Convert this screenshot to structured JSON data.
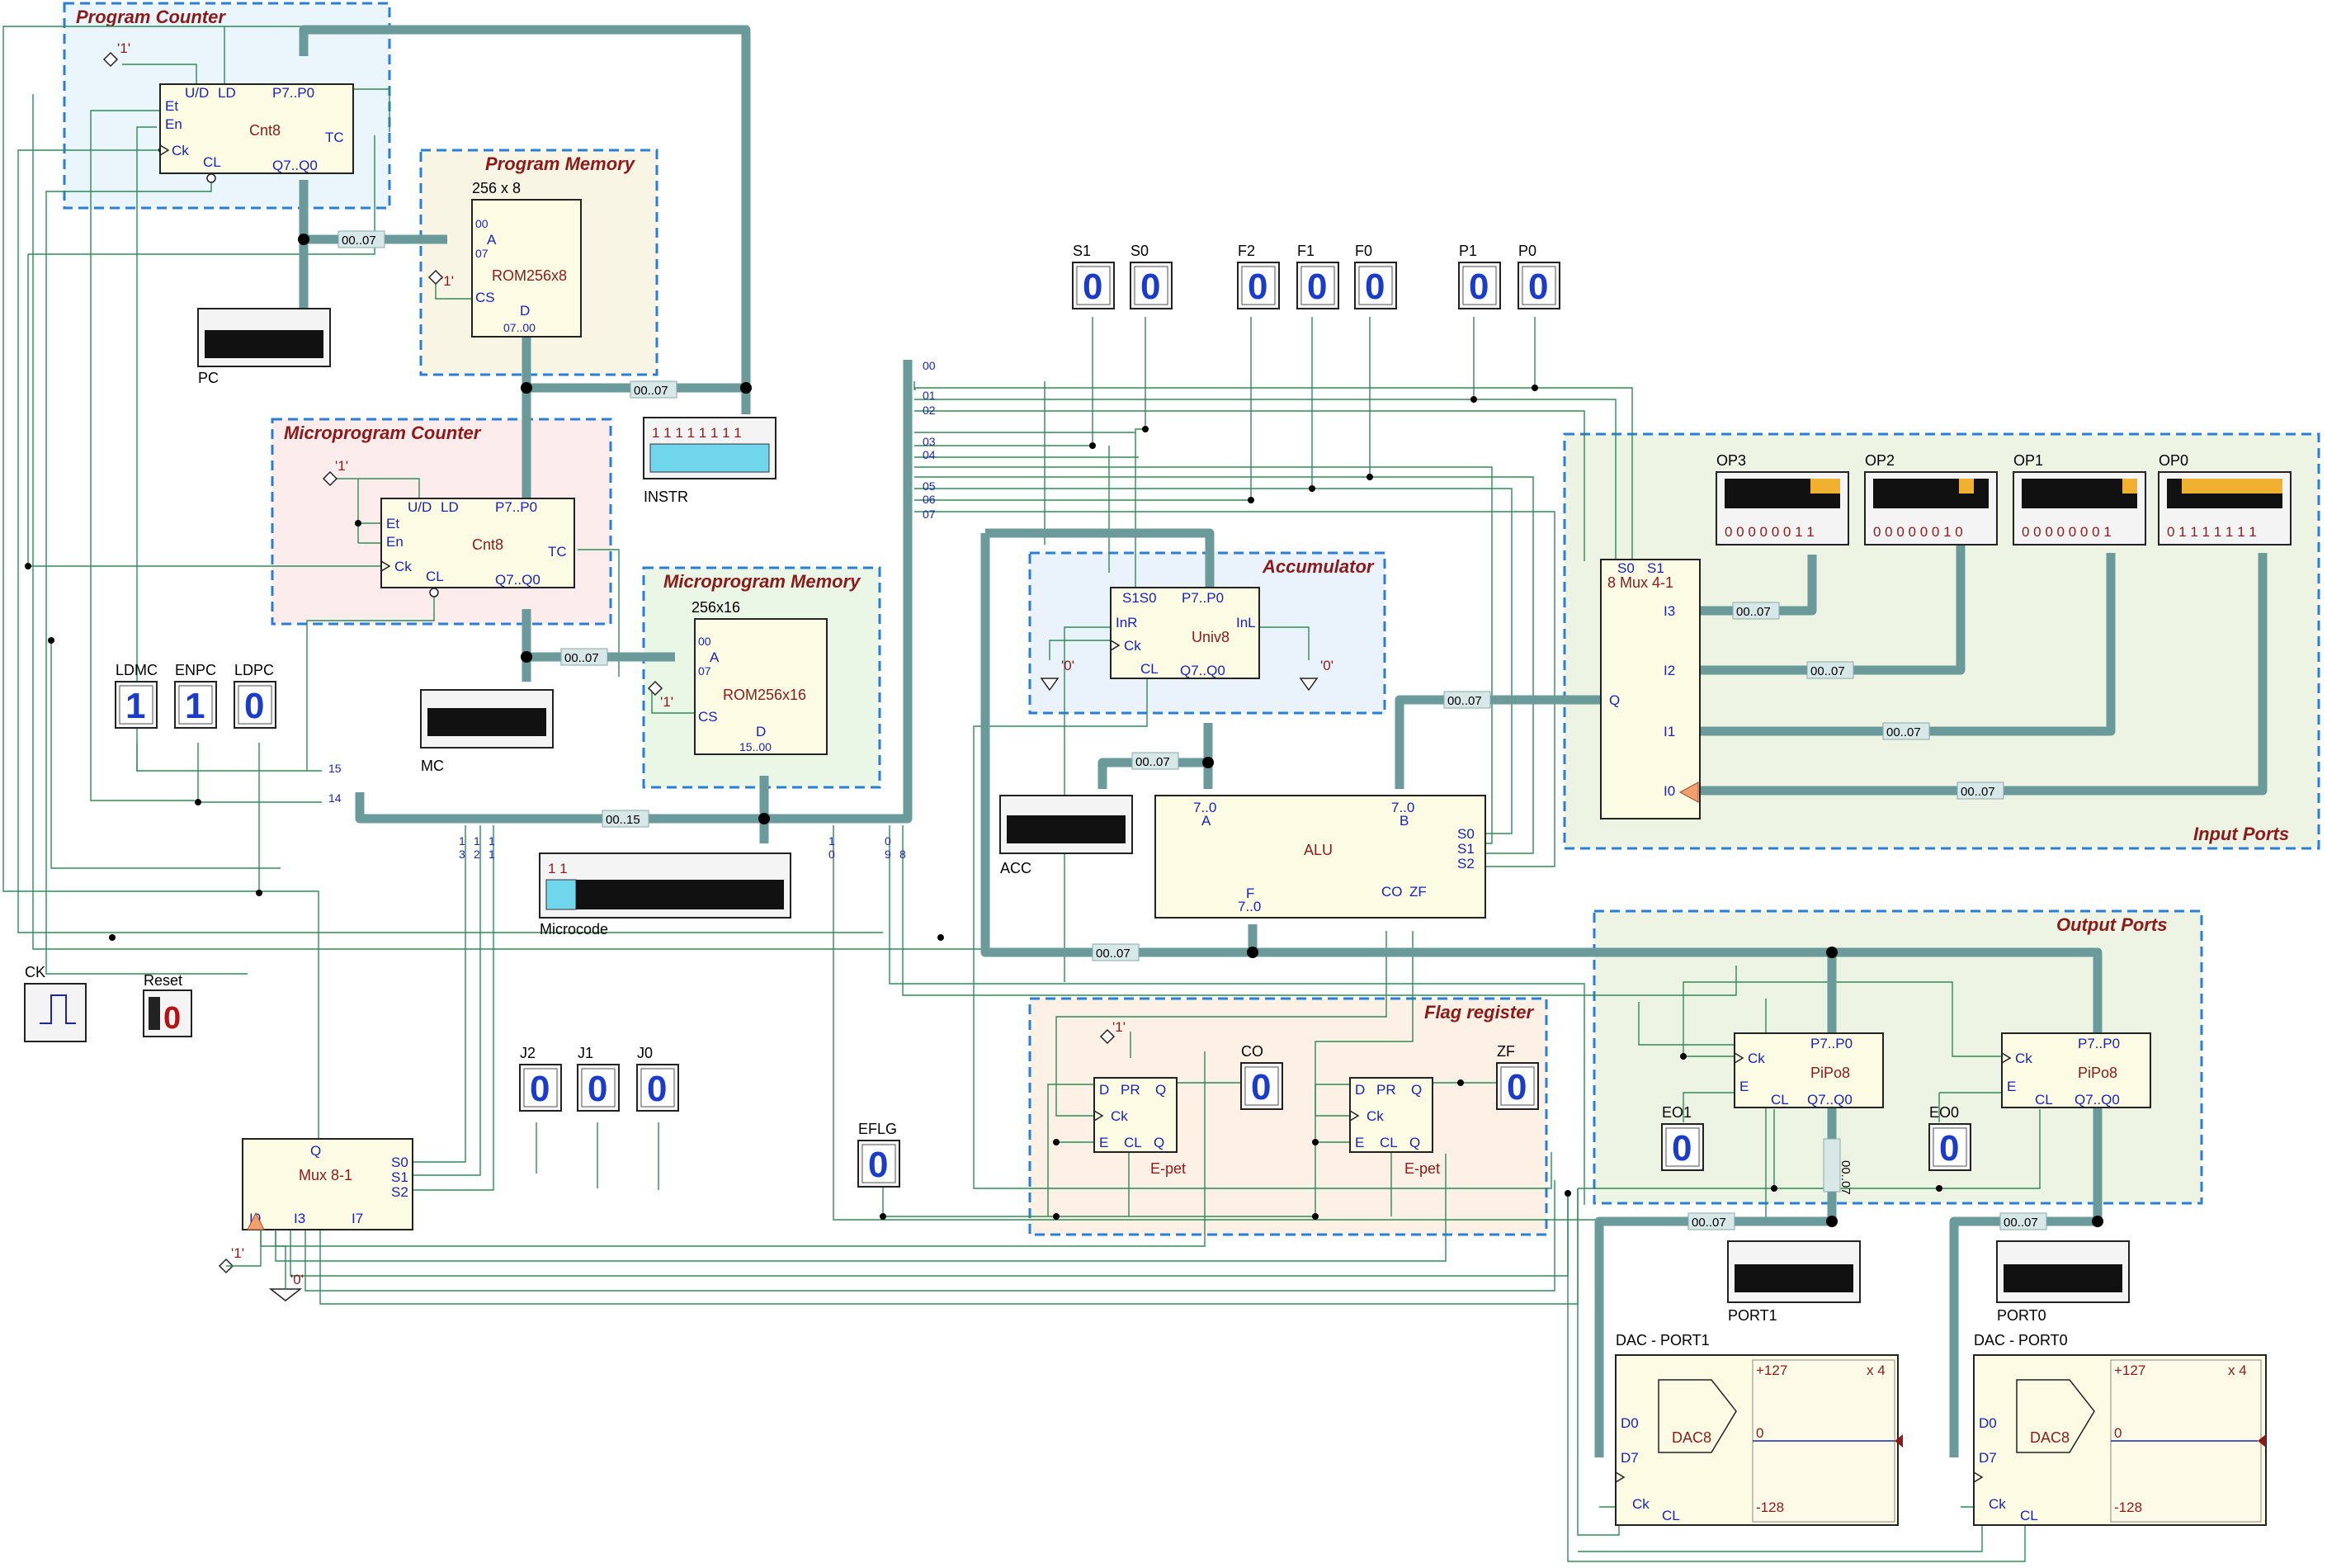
{
  "regions": {
    "program_counter": "Program Counter",
    "program_memory": "Program Memory",
    "microprogram_counter": "Microprogram Counter",
    "microprogram_memory": "Microprogram Memory",
    "accumulator": "Accumulator",
    "input_ports": "Input Ports",
    "output_ports": "Output Ports",
    "flag_register": "Flag register"
  },
  "blocks": {
    "cnt8": "Cnt8",
    "rom8": "ROM256x8",
    "rom8_size": "256 x 8",
    "rom16": "ROM256x16",
    "rom16_size": "256x16",
    "univ8": "Univ8",
    "alu": "ALU",
    "mux4": "8 Mux 4-1",
    "mux8": "Mux 8-1",
    "pipo8": "PiPo8",
    "epet": "E-pet",
    "dac8": "DAC8"
  },
  "pins": {
    "ud": "U/D",
    "ld": "LD",
    "et": "Et",
    "en": "En",
    "ck": "Ck",
    "cl": "CL",
    "p7p0": "P7..P0",
    "q7q0": "Q7..Q0",
    "tc": "TC",
    "a": "A",
    "cs": "CS",
    "d": "D",
    "d_rom8": "07..00",
    "d_rom16": "15..00",
    "s1s0": "S1S0",
    "inr": "InR",
    "inl": "InL",
    "a_range": "7..0",
    "b_range": "7..0",
    "f_range": "7..0",
    "in_a": "A",
    "in_b": "B",
    "out_f": "F",
    "co": "CO",
    "zf": "ZF",
    "s0": "S0",
    "s1": "S1",
    "s2": "S2",
    "q": "Q",
    "i0": "I0",
    "i1": "I1",
    "i2": "I2",
    "i3": "I3",
    "i7": "I7",
    "e": "E",
    "pr": "PR",
    "dd": "D",
    "d0": "D0",
    "d7": "D7",
    "r00": "00",
    "r07": "07",
    "r15": "15"
  },
  "bus_labels": {
    "b1": "00..07",
    "b2": "00..07",
    "b3": "00..07",
    "b4": "00..07",
    "b5": "00..15",
    "b6": "00..07",
    "b7": "00..07",
    "b8": "00..07",
    "b9": "00..07",
    "b10": "00..07",
    "b11": "00..07",
    "b12": "00..07",
    "b13": "00..07",
    "b14": "00..07"
  },
  "bus_taps": [
    "00",
    "01",
    "02",
    "03",
    "04",
    "05",
    "06",
    "07"
  ],
  "micro_taps": {
    "t15": "15",
    "t14": "14"
  },
  "micro_bits": [
    "1",
    "1",
    "1",
    "3",
    "2",
    "1",
    "1",
    "0",
    "0",
    "9",
    "8"
  ],
  "constants": {
    "one": "'1'",
    "zero": "'0'"
  },
  "switches": [
    {
      "label": "S1",
      "value": "0"
    },
    {
      "label": "S0",
      "value": "0"
    },
    {
      "label": "F2",
      "value": "0"
    },
    {
      "label": "F1",
      "value": "0"
    },
    {
      "label": "F0",
      "value": "0"
    },
    {
      "label": "P1",
      "value": "0"
    },
    {
      "label": "P0",
      "value": "0"
    },
    {
      "label": "LDMC",
      "value": "1"
    },
    {
      "label": "ENPC",
      "value": "1"
    },
    {
      "label": "LDPC",
      "value": "0"
    },
    {
      "label": "J2",
      "value": "0"
    },
    {
      "label": "J1",
      "value": "0"
    },
    {
      "label": "J0",
      "value": "0"
    },
    {
      "label": "EFLG",
      "value": "0"
    },
    {
      "label": "CO",
      "value": "0"
    },
    {
      "label": "ZF",
      "value": "0"
    },
    {
      "label": "EO1",
      "value": "0"
    },
    {
      "label": "EO0",
      "value": "0"
    }
  ],
  "displays": {
    "pc": "PC",
    "instr": "INSTR",
    "instr_bits": "1 1 1 1 1 1 1 1",
    "mc": "MC",
    "acc": "ACC",
    "microcode": "Microcode",
    "microcode_bits": "1 1",
    "port1": "PORT1",
    "port0": "PORT0",
    "op3": "OP3",
    "op3_bits": "0 0 0 0 0 0 1 1",
    "op2": "OP2",
    "op2_bits": "0 0 0 0 0 0 1 0",
    "op1": "OP1",
    "op1_bits": "0 0 0 0 0 0 0 1",
    "op0": "OP0",
    "op0_bits": "0 1 1 1 1 1 1 1",
    "ck": "CK",
    "reset": "Reset",
    "reset_value": "0"
  },
  "dac": {
    "port1_title": "DAC - PORT1",
    "port0_title": "DAC - PORT0",
    "plus": "+127",
    "zero": "0",
    "minus": "-128",
    "scale": "x 4"
  },
  "colors": {
    "bus": "#6a9a9a",
    "wire": "#2e8b57",
    "region_border": "#2a7fd4",
    "title": "#8b1a1a",
    "digit_blue": "#1a3cc9",
    "digit_red": "#b01414"
  }
}
